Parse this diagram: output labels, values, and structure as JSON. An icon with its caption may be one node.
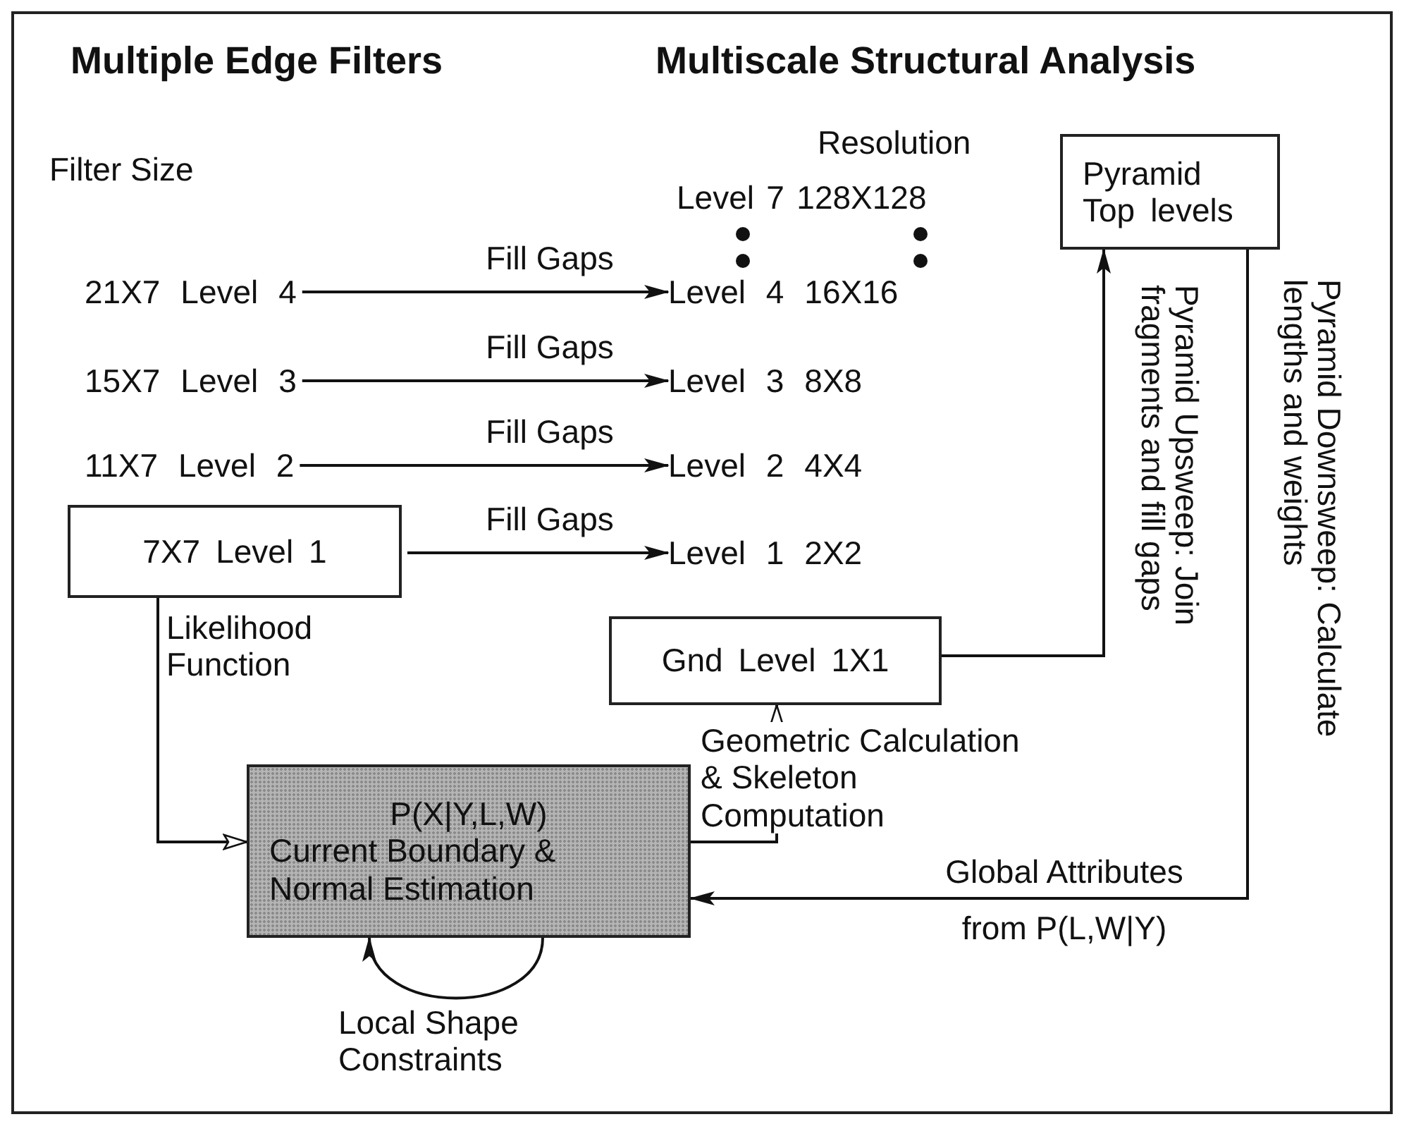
{
  "diagram": {
    "nodes": [
      {
        "text": [
          "21X7 Level 4"
        ]
      },
      {
        "text": [
          "15X7 Level 3"
        ]
      },
      {
        "text": [
          "11X7 Level 2"
        ]
      },
      {
        "text": [
          "7X7 Level 1"
        ]
      },
      {
        "text": [
          "Level 4 16X16"
        ]
      },
      {
        "text": [
          "Level 3 8X8"
        ]
      },
      {
        "text": [
          "Level 2 4X4"
        ]
      },
      {
        "text": [
          "Level 1 2X2"
        ]
      },
      {
        "text": [
          "Gnd Level 1X1"
        ]
      },
      {
        "text": [
          "Pyramid Top levels"
        ]
      },
      {
        "text": [
          "P(X|Y,L,W)",
          "Current Boundary & Normal Estimation"
        ]
      }
    ],
    "edges": [
      {
        "from": 0,
        "to": 4,
        "arrow": "to",
        "label": "Fill Gaps"
      },
      {
        "from": 1,
        "to": 5,
        "arrow": "to",
        "label": "Fill Gaps"
      },
      {
        "from": 2,
        "to": 6,
        "arrow": "to",
        "label": "Fill Gaps"
      },
      {
        "from": 3,
        "to": 7,
        "arrow": "to",
        "label": "Fill Gaps"
      },
      {
        "from": 3,
        "to": 10,
        "arrow": "to",
        "label": "Likelihood Function"
      },
      {
        "from": 10,
        "to": 8,
        "arrow": "to",
        "label": "Geometric Calculation & Skeleton Computation"
      },
      {
        "from": 8,
        "to": 9,
        "arrow": "to",
        "label": "Pyramid Upsweep: Join fragments and fill gaps"
      },
      {
        "from": 9,
        "to": 10,
        "arrow": "to",
        "label": "Pyramid Downsweep: Calculate lengths and weights"
      },
      {
        "from": 10,
        "to": 10,
        "arrow": "to",
        "label": "Local Shape Constraints"
      }
    ],
    "labels": [
      "Multiple Edge Filters",
      "Multiscale Structural Analysis",
      "Filter Size",
      "Resolution",
      "Level 7 128X128",
      "Global Attributes from P(L,W|Y)"
    ]
  }
}
